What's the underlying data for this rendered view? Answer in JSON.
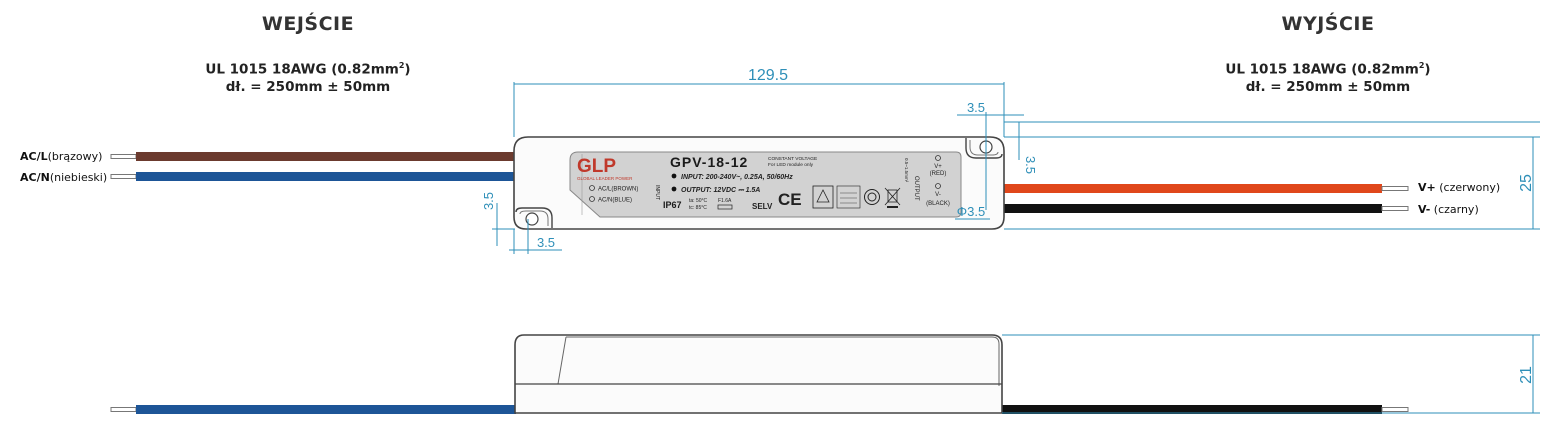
{
  "input": {
    "title": "WEJŚCIE",
    "cable_base": "UL 1015 18AWG (0.82mm",
    "cable_sup": "2",
    "cable_end": ")",
    "length": "dł. = 250mm ± 50mm",
    "wires": [
      {
        "code": "AC/L",
        "name": "(brązowy)",
        "color": "#6b3a2e"
      },
      {
        "code": "AC/N",
        "name": "(niebieski)",
        "color": "#1d5597"
      }
    ]
  },
  "output": {
    "title": "WYJŚCIE",
    "cable_base": "UL 1015 18AWG (0.82mm",
    "cable_sup": "2",
    "cable_end": ")",
    "length": "dł. = 250mm ± 50mm",
    "wires": [
      {
        "code": "V+",
        "name": " (czerwony)",
        "color": "#e0471b"
      },
      {
        "code": "V-",
        "name": " (czarny)",
        "color": "#111111"
      }
    ]
  },
  "dimensions": {
    "length": "129.5",
    "tab_x": "3.5",
    "tab_y": "3.5",
    "hole": "Φ3.5",
    "bottom_y": "3.5",
    "bottom_x": "3.5",
    "width": "25",
    "height": "21"
  },
  "label": {
    "brand": "GLP",
    "brand_sub": "GLOBAL LEADER POWER",
    "model": "GPV-18-12",
    "const_voltage": "CONSTANT VOLTAGE",
    "led_only": "For LED module only",
    "input_line": "INPUT: 200-240V~, 0.25A, 50/60Hz",
    "output_line": "OUTPUT: 12VDC ⎓ 1.5A",
    "acl": "AC/L(BROWN)",
    "acn": "AC/N(BLUE)",
    "ip": "IP67",
    "ta": "ta: 50°C",
    "tc": "tc: 85°C",
    "fuse": "F1.6A",
    "selv": "SELV",
    "ce": "CE",
    "vplus": "V+",
    "red": "(RED)",
    "vminus": "V-",
    "black": "(BLACK)",
    "side_in": "INPUT",
    "side_out": "OUTPUT",
    "side_note": "0.5~1.5mm²",
    "accent": "#c0392b",
    "dim_color": "#2e8fb8"
  }
}
